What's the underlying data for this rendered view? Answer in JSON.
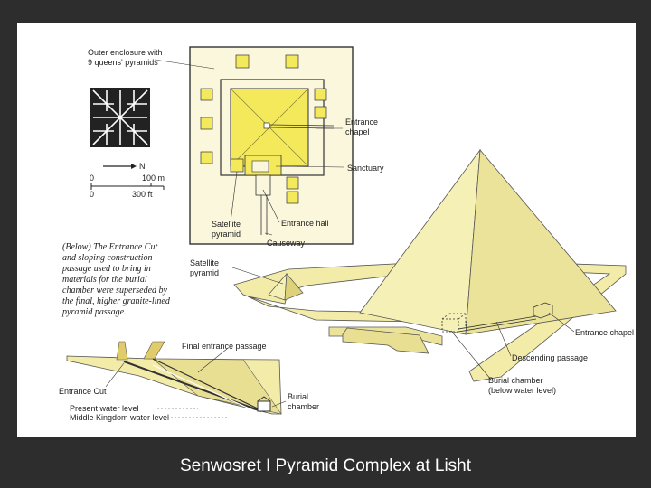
{
  "caption": "Senwosret I Pyramid Complex at Lisht",
  "plan": {
    "labels": {
      "outer_enclosure_1": "Outer enclosure with",
      "outer_enclosure_2": "9 queens' pyramids",
      "entrance_chapel_1": "Entrance",
      "entrance_chapel_2": "chapel",
      "sanctuary": "Sanctuary",
      "satellite_1": "Satellite",
      "satellite_2": "pyramid",
      "entrance_hall": "Entrance hall",
      "causeway": "Causeway"
    },
    "scale": {
      "north": "N",
      "zero_top": "0",
      "zero_bottom": "0",
      "meters": "100 m",
      "feet": "300 ft"
    }
  },
  "note": {
    "lines": [
      "(Below) The Entrance Cut",
      "and sloping construction",
      "passage used to bring in",
      "materials for the burial",
      "chamber were superseded by",
      "the final, higher granite-lined",
      "pyramid passage."
    ]
  },
  "perspective": {
    "labels": {
      "satellite_1": "Satellite",
      "satellite_2": "pyramid",
      "entrance_chapel": "Entrance chapel",
      "descending_passage": "Descending passage",
      "burial_1": "Burial chamber",
      "burial_2": "(below water level)"
    }
  },
  "section": {
    "labels": {
      "final_passage": "Final entrance passage",
      "entrance_cut": "Entrance Cut",
      "present_water": "Present water level",
      "middle_kingdom_water": "Middle Kingdom water level",
      "burial_1": "Burial",
      "burial_2": "chamber"
    }
  },
  "colors": {
    "pyramid_light": "#f5f0b5",
    "pyramid_mid": "#ece39a",
    "pyramid_dark": "#ddd27a",
    "plan_yellow": "#f3e95a",
    "slide_background": "#2d2d2d"
  }
}
